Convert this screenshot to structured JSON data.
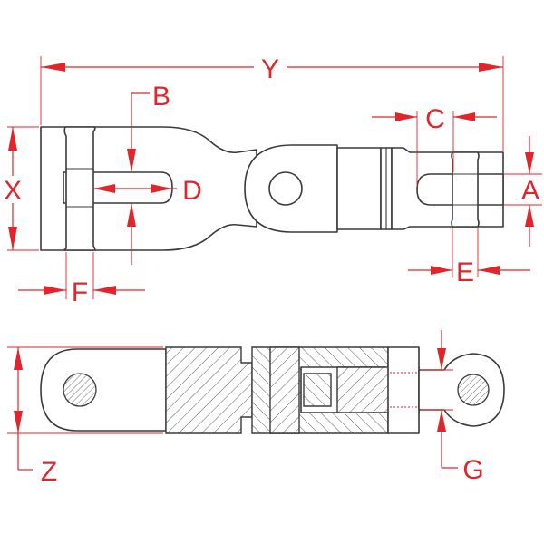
{
  "diagram": {
    "dimension_labels": {
      "Y": "Y",
      "B": "B",
      "C": "C",
      "X": "X",
      "D": "D",
      "A": "A",
      "F": "F",
      "E": "E",
      "Z": "Z",
      "G": "G"
    },
    "colors": {
      "dimension": "#e1252b",
      "outline": "#3a3a3a",
      "background": "#ffffff"
    }
  }
}
